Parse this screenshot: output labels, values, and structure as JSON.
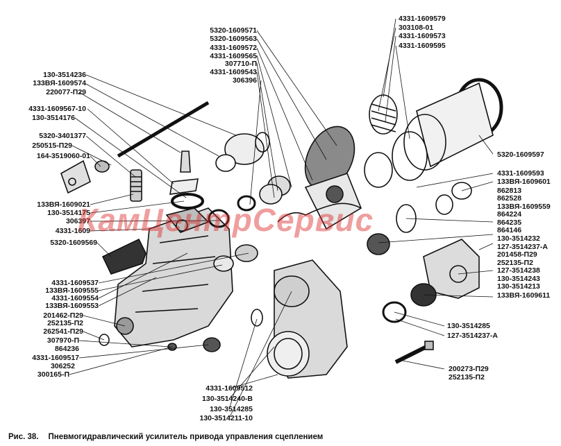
{
  "caption": {
    "figure": "Рис. 38.",
    "text": "Пневмогидравлический усилитель привода управления  сцеплением"
  },
  "watermark": "КамЦентрСервис",
  "labels_left": [
    "130-3514236",
    "133ВЯ-1609574",
    "220077-П29",
    "4331-1609567-10",
    "130-3514176",
    "5320-3401377",
    "250515-П29",
    "164-3519060-01",
    "133ВЯ-1609021",
    "130-3514175",
    "306397",
    "4331-1609",
    "5320-1609569",
    "4331-1609537",
    "133ВЯ-1609555",
    "4331-1609554",
    "133ВЯ-1609553",
    "201462-П29",
    "252135-П2",
    "262541-П29",
    "307970-П",
    "864236",
    "4331-1609517",
    "306252",
    "300165-П"
  ],
  "labels_top": [
    "5320-1609571",
    "5320-1609563",
    "4331-1609572",
    "4331-1609565",
    "307710-П",
    "4331-1609543",
    "306396"
  ],
  "labels_top_right": [
    "4331-1609579",
    "303108-01",
    "4331-1609573",
    "4331-1609595"
  ],
  "labels_right": [
    "5320-1609597",
    "4331-1609593",
    "133ВЯ-1609601",
    "862813",
    "862528",
    "133ВЯ-1609559",
    "864224",
    "864235",
    "864146",
    "130-3514232",
    "127-3514237-А",
    "201458-П29",
    "252135-П2",
    "127-3514238",
    "130-3514243",
    "130-3514213",
    "133ВЯ-1609611",
    "130-3514285",
    "127-3514237-А",
    "200273-П29",
    "252135-П2"
  ],
  "labels_bottom": [
    "4331-1609512",
    "130-3514240-В",
    "130-3514285",
    "130-3514211-10"
  ]
}
